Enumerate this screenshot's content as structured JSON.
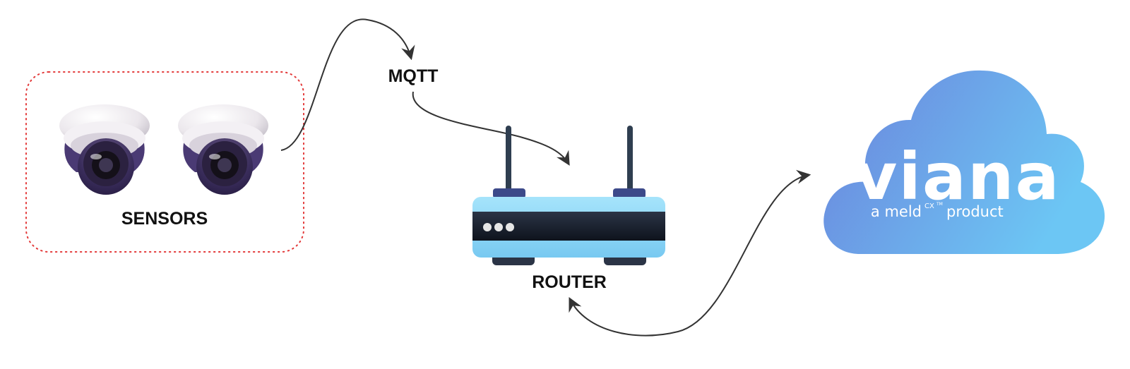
{
  "labels": {
    "sensors": "SENSORS",
    "mqtt": "MQTT",
    "router": "ROUTER"
  },
  "logo": {
    "name": "viana",
    "trademark": "TM",
    "tagline_prefix": "a meld",
    "tagline_cx": "CX",
    "tagline_cx_tm": "TM",
    "tagline_suffix": "product"
  },
  "colors": {
    "sensor_border": "#e33a3a",
    "arrow": "#333333",
    "cloud_start": "#6b86dc",
    "cloud_end": "#6cc0f2",
    "router_light": "#7fd0f4",
    "router_dark": "#1a2130",
    "router_accent": "#3d4a8a",
    "antenna": "#2f3e50"
  },
  "icons": [
    "dome-camera-icon",
    "router-icon",
    "cloud-icon"
  ]
}
